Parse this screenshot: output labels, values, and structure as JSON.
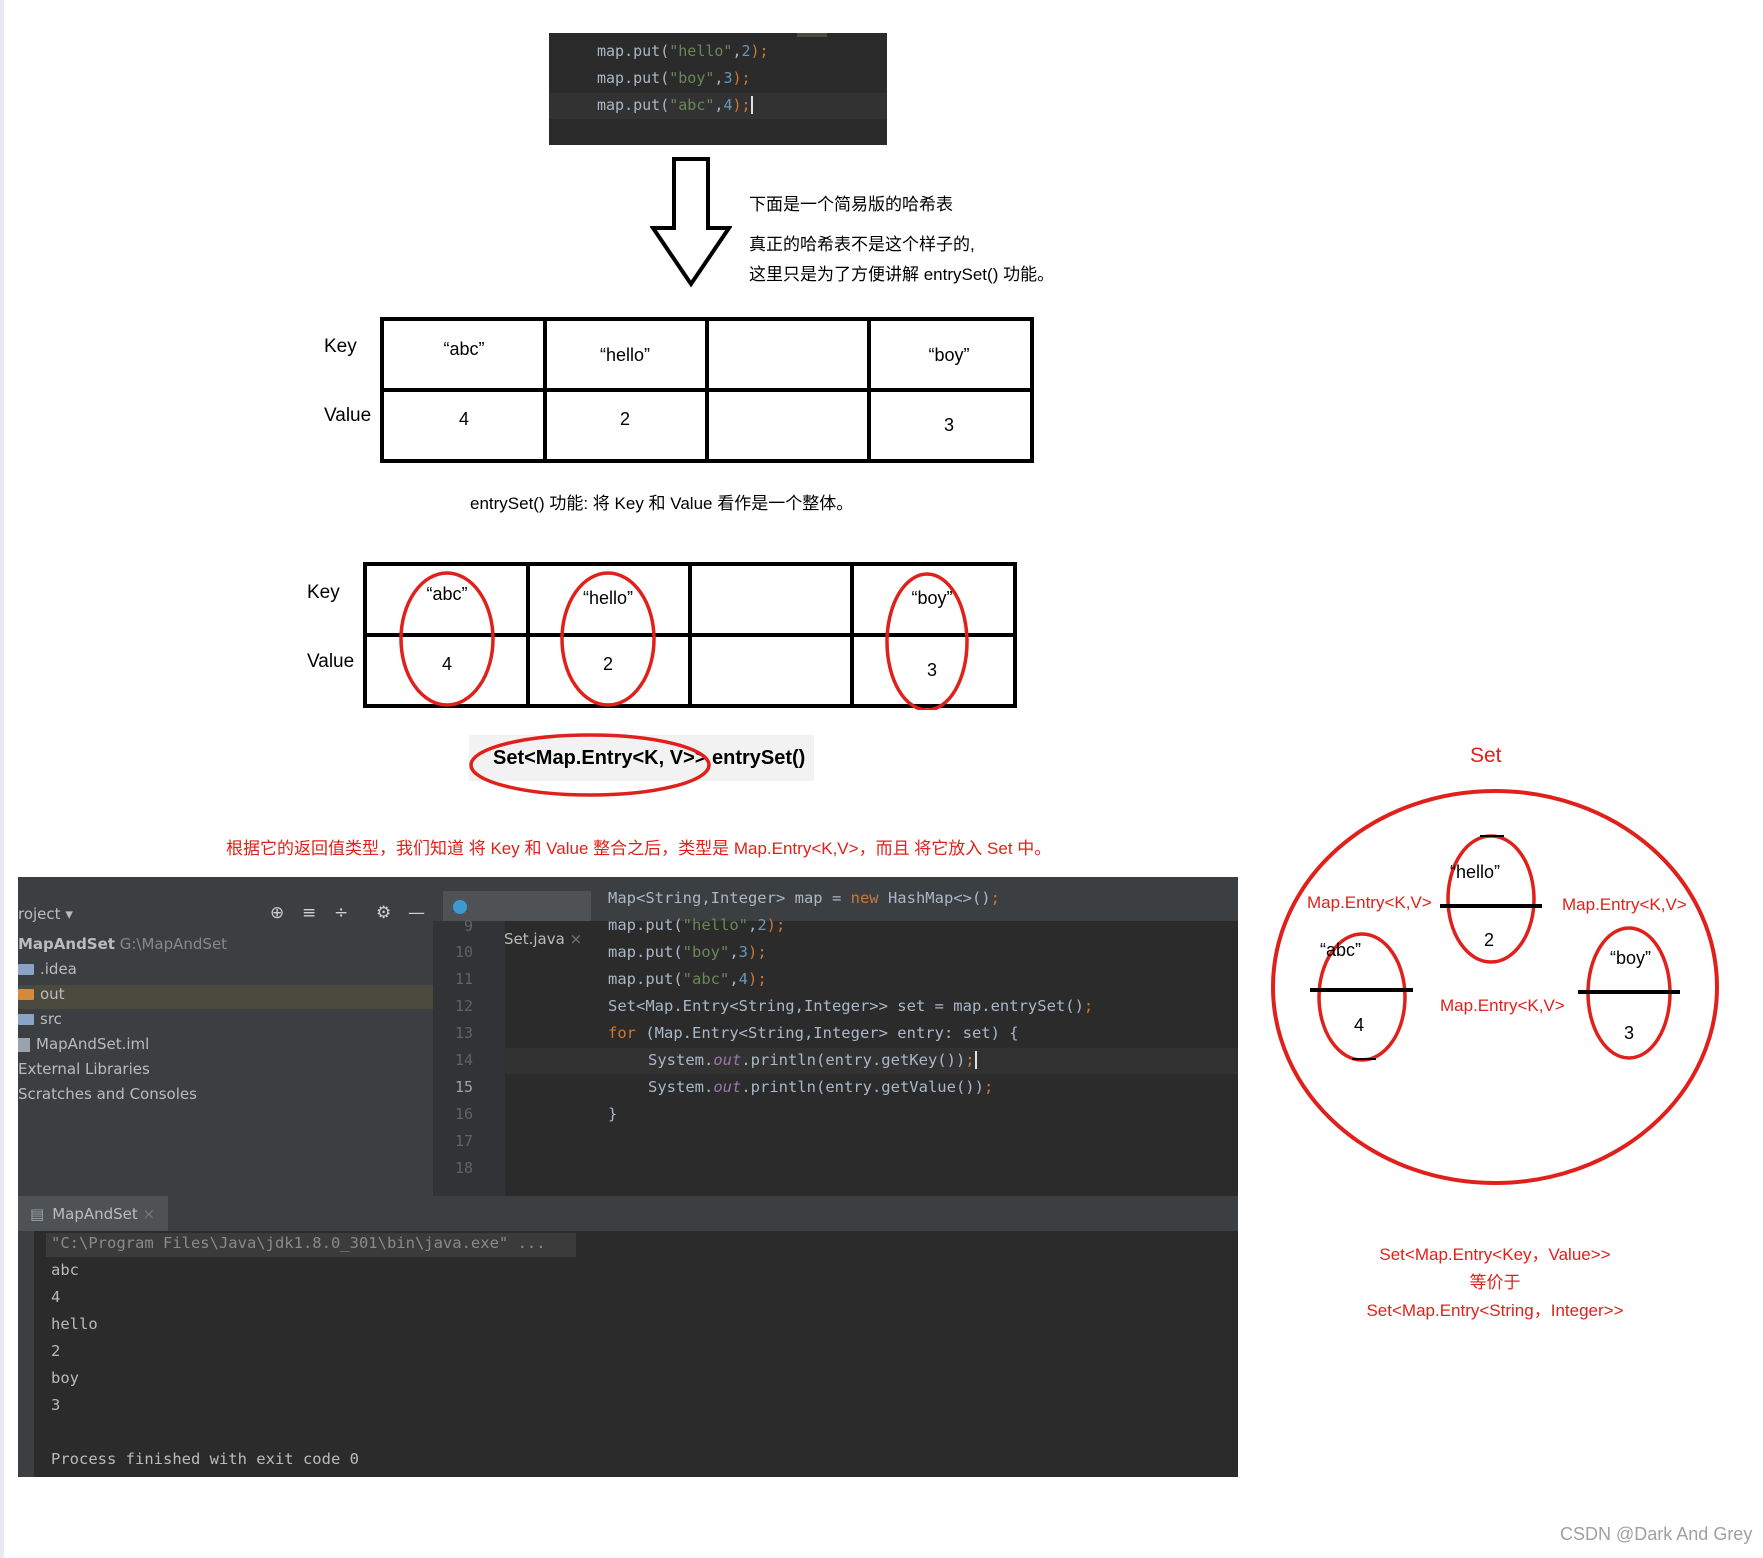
{
  "top_snippet": {
    "lines": [
      [
        "map.put(",
        "\"hello\"",
        ",",
        "2",
        ");"
      ],
      [
        "map.put(",
        "\"boy\"",
        ",",
        "3",
        ");"
      ],
      [
        "map.put(",
        "\"abc\"",
        ",",
        "4",
        ");"
      ]
    ]
  },
  "notes": {
    "intro": "下面是一个简易版的哈希表",
    "caveat_1": "真正的哈希表不是这个样子的,",
    "caveat_2": "这里只是为了方便讲解 entrySet() 功能。",
    "entryset_desc": "entrySet() 功能: 将 Key 和 Value 看作是一个整体。",
    "conclusion": "根据它的返回值类型，我们知道 将 Key 和 Value 整合之后，类型是 Map.Entry<K,V>，而且 将它放入 Set 中。"
  },
  "table": {
    "key_label": "Key",
    "value_label": "Value",
    "keys": [
      "“abc”",
      "“hello”",
      "",
      "“boy”"
    ],
    "values": [
      "4",
      "2",
      "",
      "3"
    ]
  },
  "signature": {
    "part1": "Set<Map.Entry<K, V>>",
    "part2": " entrySet()"
  },
  "set_diagram": {
    "title": "Set",
    "entries": [
      {
        "key": "“hello”",
        "value": "2"
      },
      {
        "key": "“abc”",
        "value": "4"
      },
      {
        "key": "“boy”",
        "value": "3"
      }
    ],
    "entry_label": "Map.Entry<K,V>",
    "eq_1": "Set<Map.Entry<Key，Value>>",
    "eq_2": "等价于",
    "eq_3": "Set<Map.Entry<String，Integer>>"
  },
  "ide": {
    "project_header": "roject",
    "project_root": "MapAndSet",
    "project_root_path": "G:\\MapAndSet",
    "tree": [
      ".idea",
      "out",
      "src",
      "MapAndSet.iml",
      "External Libraries",
      "Scratches and Consoles"
    ],
    "editor_tab": "MapAndSet.java",
    "line_numbers": [
      "9",
      "10",
      "11",
      "12",
      "13",
      "14",
      "15",
      "16",
      "17",
      "18"
    ],
    "run_tab": "MapAndSet",
    "console": [
      "\"C:\\Program Files\\Java\\jdk1.8.0_301\\bin\\java.exe\" ...",
      "abc",
      "4",
      "hello",
      "2",
      "boy",
      "3",
      "",
      "Process finished with exit code 0"
    ]
  },
  "code": {
    "l9_a": "Map<String,Integer> map = ",
    "l9_new": "new",
    "l9_b": " HashMap<>()",
    "l9_semi": ";",
    "l10_a": "map.put(",
    "l10_s": "\"hello\"",
    "l10_c": ",",
    "l10_n": "2",
    "l10_e": ");",
    "l11_a": "map.put(",
    "l11_s": "\"boy\"",
    "l11_c": ",",
    "l11_n": "3",
    "l11_e": ");",
    "l12_a": "map.put(",
    "l12_s": "\"abc\"",
    "l12_c": ",",
    "l12_n": "4",
    "l12_e": ");",
    "l13_a": "Set<Map.Entry<String,Integer>> set = map.entrySet()",
    "l13_semi": ";",
    "l14_for": "for",
    "l14_b": " (Map.Entry<String,Integer> entry: set) {",
    "l15_a": "System.",
    "l15_out": "out",
    "l15_b": ".println(entry.getKey())",
    "l15_semi": ";",
    "l16_a": "System.",
    "l16_out": "out",
    "l16_b": ".println(entry.getValue())",
    "l16_semi": ";",
    "l17": "}"
  },
  "watermark": "CSDN @Dark And Grey",
  "colors": {
    "accent_red": "#e0201a",
    "ide_bg": "#2b2b2b",
    "string_green": "#6a8759",
    "number_blue": "#6897bb",
    "keyword_orange": "#cc7832"
  }
}
